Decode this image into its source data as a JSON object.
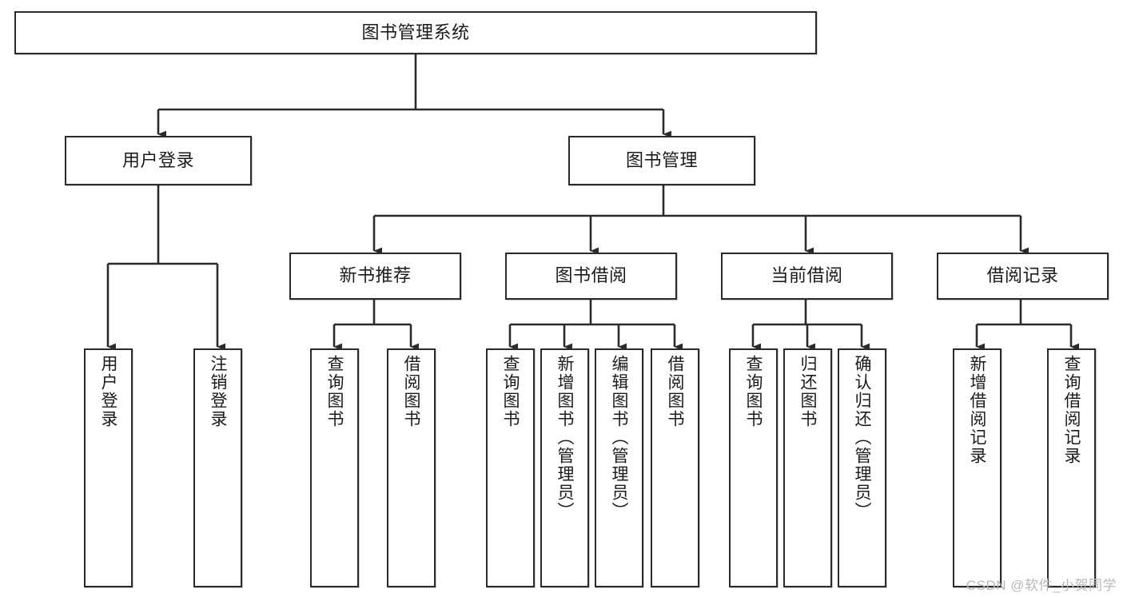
{
  "diagram": {
    "type": "tree-hierarchy",
    "title": "图书管理系统",
    "watermark": "CSDN @软件_小贺同学",
    "colors": {
      "stroke": "#2b2b2b",
      "fill": "#ffffff",
      "text": "#1b1b1b",
      "watermark": "#b9b9b9"
    },
    "nodes": {
      "root": {
        "label": "图书管理系统",
        "level": 0
      },
      "l1": [
        {
          "id": "user-login",
          "label": "用户登录"
        },
        {
          "id": "book-manage",
          "label": "图书管理"
        }
      ],
      "l2": [
        {
          "id": "new-book-recommend",
          "label": "新书推荐",
          "parent": "book-manage"
        },
        {
          "id": "book-borrow",
          "label": "图书借阅",
          "parent": "book-manage"
        },
        {
          "id": "current-borrow",
          "label": "当前借阅",
          "parent": "book-manage"
        },
        {
          "id": "borrow-record",
          "label": "借阅记录",
          "parent": "book-manage"
        }
      ],
      "leaves": [
        {
          "id": "leaf-user-login",
          "label": "用户登录",
          "parent": "user-login"
        },
        {
          "id": "leaf-logout-login",
          "label": "注销登录",
          "parent": "user-login"
        },
        {
          "id": "leaf-query-book-1",
          "label": "查询图书",
          "parent": "new-book-recommend"
        },
        {
          "id": "leaf-borrow-book-1",
          "label": "借阅图书",
          "parent": "new-book-recommend"
        },
        {
          "id": "leaf-query-book-2",
          "label": "查询图书",
          "parent": "book-borrow"
        },
        {
          "id": "leaf-add-book",
          "label": "新增图书（管理员）",
          "parent": "book-borrow"
        },
        {
          "id": "leaf-edit-book",
          "label": "编辑图书（管理员）",
          "parent": "book-borrow"
        },
        {
          "id": "leaf-borrow-book-2",
          "label": "借阅图书",
          "parent": "book-borrow"
        },
        {
          "id": "leaf-query-book-3",
          "label": "查询图书",
          "parent": "current-borrow"
        },
        {
          "id": "leaf-return-book",
          "label": "归还图书",
          "parent": "current-borrow"
        },
        {
          "id": "leaf-confirm-return",
          "label": "确认归还（管理员）",
          "parent": "current-borrow"
        },
        {
          "id": "leaf-add-record",
          "label": "新增借阅记录",
          "parent": "borrow-record"
        },
        {
          "id": "leaf-query-record",
          "label": "查询借阅记录",
          "parent": "borrow-record"
        }
      ]
    }
  }
}
